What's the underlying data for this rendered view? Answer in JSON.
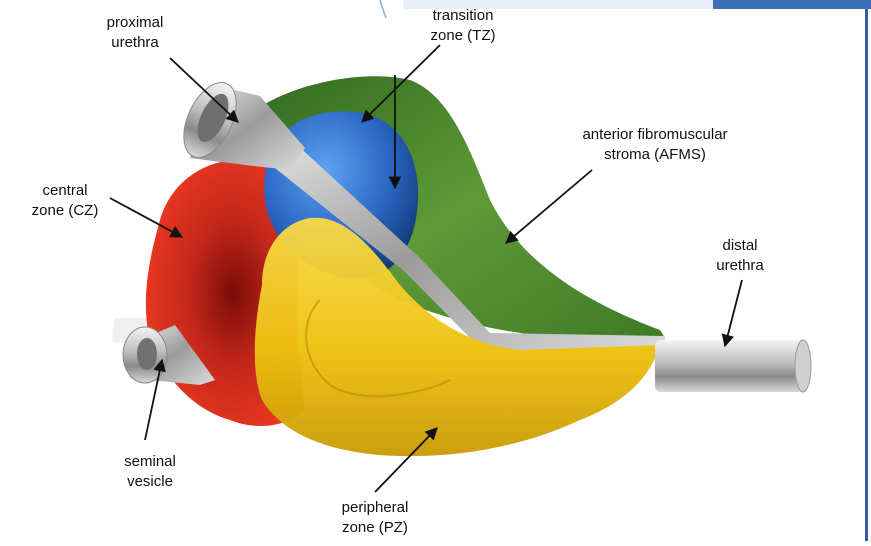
{
  "labels": {
    "proximal_urethra": [
      "proximal",
      "urethra"
    ],
    "transition_zone": [
      "transition",
      "zone (TZ)"
    ],
    "afms": [
      "anterior fibromuscular",
      "stroma (AFMS)"
    ],
    "central_zone": [
      "central",
      "zone (CZ)"
    ],
    "distal_urethra": [
      "distal",
      "urethra"
    ],
    "seminal_vesicle": [
      "seminal",
      "vesicle"
    ],
    "peripheral_zone": [
      "peripheral",
      "zone (PZ)"
    ]
  },
  "colors": {
    "central_zone": "#d42a1c",
    "transition_zone": "#2f6fcf",
    "afms": "#4f8a2e",
    "peripheral_zone": "#f2c40e",
    "urethra": "#c9c9c9",
    "frame_accent": "#3b6fb6"
  }
}
